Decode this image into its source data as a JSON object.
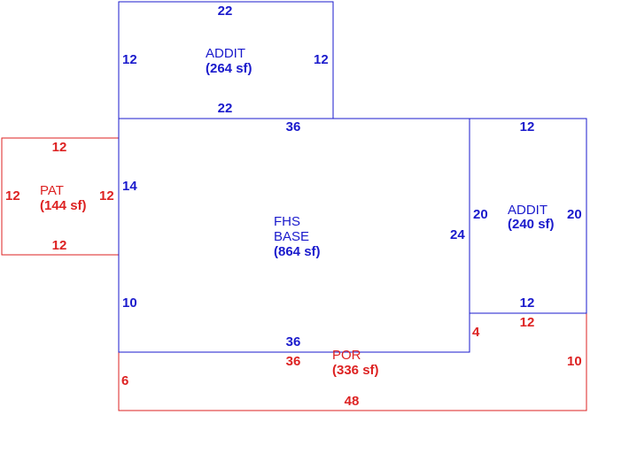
{
  "colors": {
    "blue": "#1a1acc",
    "red": "#dd2222",
    "background": "#ffffff"
  },
  "areas": {
    "addit_top": {
      "name": "ADDIT",
      "area": "(264 sf)",
      "dims": {
        "top": "22",
        "bottom": "22",
        "left": "12",
        "right": "12"
      }
    },
    "base": {
      "name_line1": "FHS",
      "name_line2": "BASE",
      "area": "(864 sf)",
      "dims": {
        "top": "36",
        "bottom": "36",
        "right": "24",
        "left_upper": "14",
        "left_lower": "10"
      }
    },
    "addit_right": {
      "name": "ADDIT",
      "area": "(240 sf)",
      "dims": {
        "top": "12",
        "bottom": "12",
        "left": "20",
        "right": "20"
      }
    },
    "pat": {
      "name": "PAT",
      "area": "(144 sf)",
      "dims": {
        "top": "12",
        "bottom": "12",
        "left": "12",
        "right": "12"
      }
    },
    "por": {
      "name": "POR",
      "area": "(336 sf)",
      "dims": {
        "top_left": "36",
        "top_right": "12",
        "left": "6",
        "inner_step": "4",
        "right": "10",
        "bottom": "48"
      }
    }
  }
}
